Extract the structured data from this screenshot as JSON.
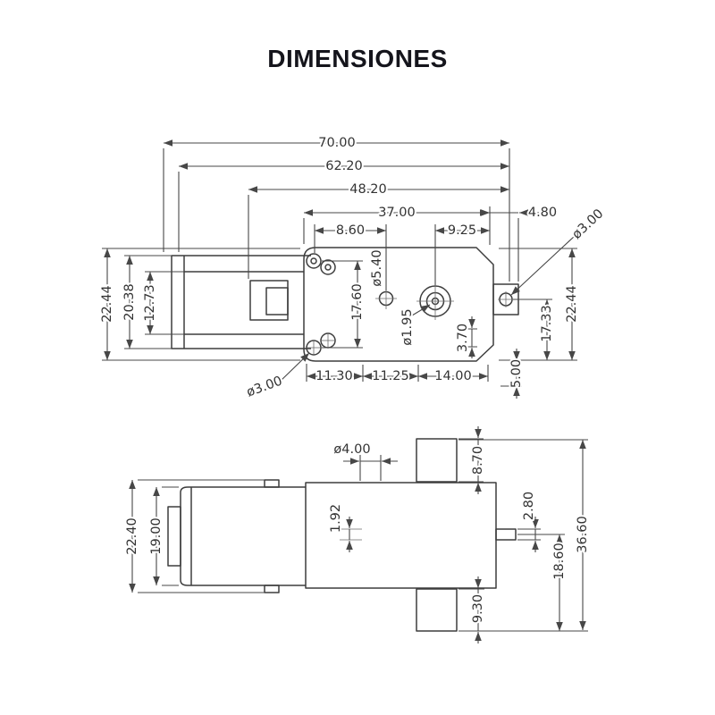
{
  "title": "DIMENSIONES",
  "colors": {
    "ink": "#474747",
    "label": "#333333",
    "title": "#15151c",
    "background": "#ffffff"
  },
  "top_view": {
    "total_length": "70.00",
    "body_length": "62.20",
    "front_length": "48.20",
    "gearbox_length": "37.00",
    "tab_length": "4.80",
    "hole_inset": "8.60",
    "shaft_to_edge": "9.25",
    "tab_hole_dia": "ø3.00",
    "center_hole_dia": "ø5.40",
    "hole_row_spacing": "17.60",
    "pin_dia": "ø1.95",
    "shaft_offset": "3.70",
    "height_left": "22.44",
    "body_height": "20.38",
    "flat_height": "12.73",
    "tab_hole_drop": "17.33",
    "height_right": "22.44",
    "tab_drop": "5.00",
    "mount_hole_dia": "ø3.00",
    "pitch_1": "11.30",
    "pitch_2": "11.25",
    "pitch_3": "14.00"
  },
  "side_view": {
    "shaft_dia": "ø4.00",
    "top_lug_height": "8.70",
    "shaft_flat": "2.80",
    "pinion_width": "1.92",
    "motor_height": "22.40",
    "body_height": "19.00",
    "shaft_to_base": "18.60",
    "total_height": "36.60",
    "bottom_lug_height": "9.30"
  }
}
